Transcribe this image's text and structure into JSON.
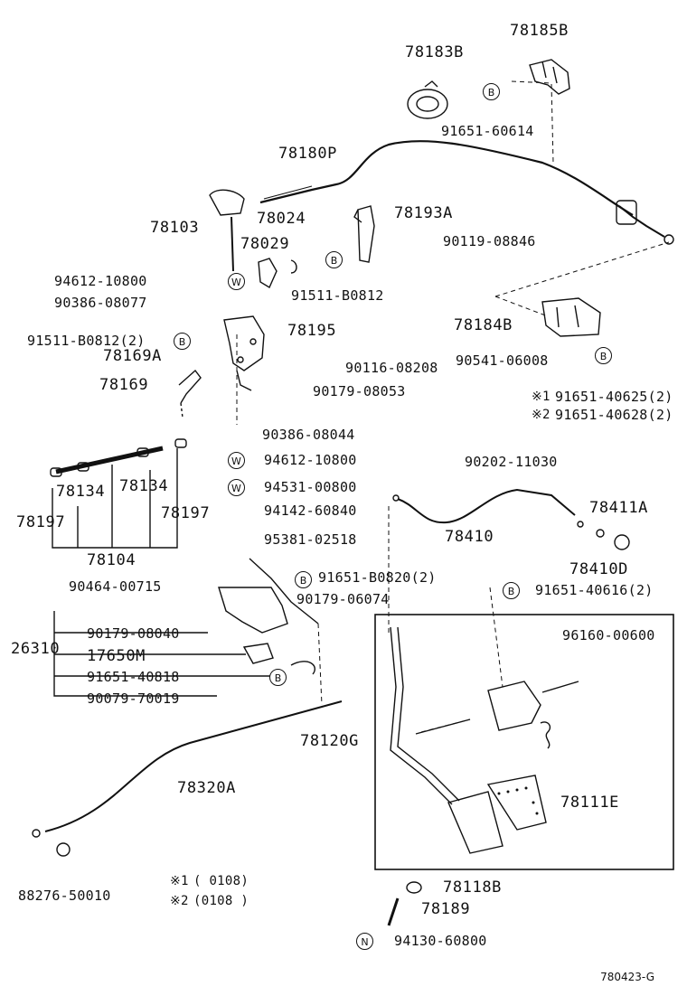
{
  "parts": {
    "p78185B": "78185B",
    "p78183B": "78183B",
    "p91651_60614": "91651-60614",
    "p78180P": "78180P",
    "p78103": "78103",
    "p78024": "78024",
    "p78029": "78029",
    "p78193A": "78193A",
    "p90119_08846": "90119-08846",
    "p94612_10800a": "94612-10800",
    "p90386_08077": "90386-08077",
    "p91511_B0812": "91511-B0812",
    "p91511_B0812_2": "91511-B0812(2)",
    "p78195": "78195",
    "p78184B": "78184B",
    "p78169A": "78169A",
    "p90541_06008": "90541-06008",
    "p90116_08208": "90116-08208",
    "p78169": "78169",
    "p90179_08053": "90179-08053",
    "p91651_40625": "91651-40625(2)",
    "p91651_40628": "91651-40628(2)",
    "p90386_08044": "90386-08044",
    "p94612_10800b": "94612-10800",
    "p90202_11030": "90202-11030",
    "p94531_00800": "94531-00800",
    "p78134a": "78134",
    "p78134b": "78134",
    "p78411A": "78411A",
    "p94142_60840": "94142-60840",
    "p78197a": "78197",
    "p78197b": "78197",
    "p78410": "78410",
    "p95381_02518": "95381-02518",
    "p78410D": "78410D",
    "p78104": "78104",
    "p90464_00715": "90464-00715",
    "p91651_B0820": "91651-B0820(2)",
    "p91651_40616": "91651-40616(2)",
    "p90179_06074": "90179-06074",
    "p26310": "26310",
    "p90179_08040": "90179-08040",
    "p96160_00600": "96160-00600",
    "p17650M": "17650M",
    "p91651_40818": "91651-40818",
    "p90079_70019": "90079-70019",
    "p78120G": "78120G",
    "p78320A": "78320A",
    "p78111E": "78111E",
    "p88276_50010": "88276-50010",
    "p78118B": "78118B",
    "p78189": "78189",
    "p94130_60800": "94130-60800"
  },
  "notes": {
    "mark1": "※1",
    "mark2": "※2",
    "n1_range": "(      0108)",
    "n2_range": "(0108      )"
  },
  "symbols": {
    "b": "B",
    "w": "W",
    "n": "N"
  },
  "figure_id": "780423-G"
}
